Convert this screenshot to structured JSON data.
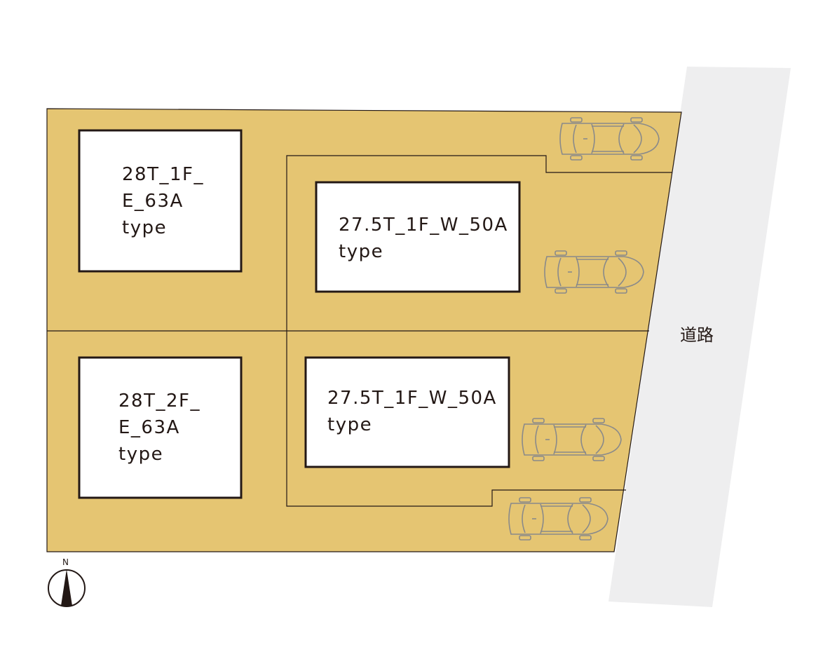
{
  "colors": {
    "lot": "#e5c572",
    "road": "#eeeeef",
    "line": "#231815",
    "building": "#ffffff",
    "car": "#8a8a8a"
  },
  "road": {
    "label": "道路"
  },
  "compass": {
    "label": "N"
  },
  "buildings": [
    {
      "id": "nw",
      "lines": [
        "28T_1F_",
        "E_63A",
        "type"
      ]
    },
    {
      "id": "ne",
      "lines": [
        "27.5T_1F_W_50A",
        "type"
      ]
    },
    {
      "id": "sw",
      "lines": [
        "28T_2F_",
        "E_63A",
        "type"
      ]
    },
    {
      "id": "se",
      "lines": [
        "27.5T_1F_W_50A",
        "type"
      ]
    }
  ],
  "cars": [
    "car-1",
    "car-2",
    "car-3",
    "car-4"
  ]
}
